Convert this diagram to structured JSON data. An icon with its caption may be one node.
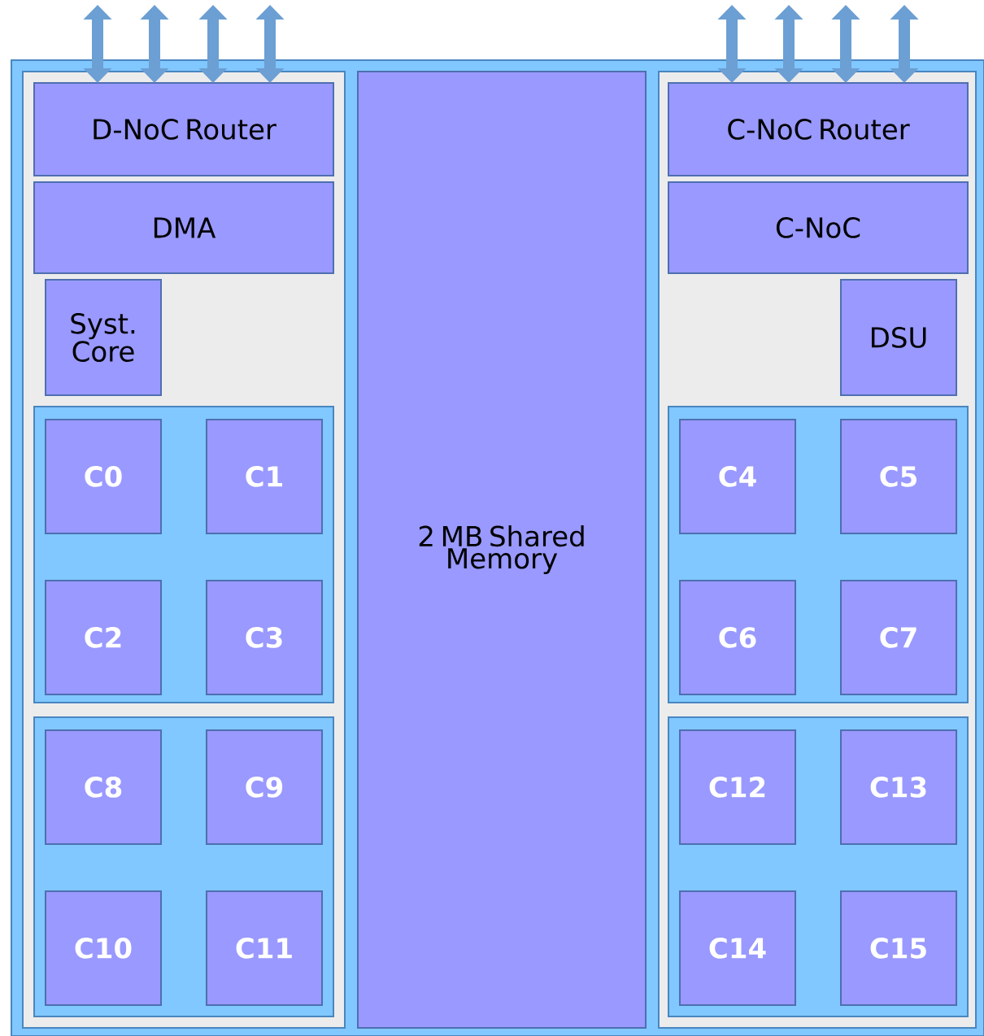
{
  "diagram": {
    "nodes": [
      {
        "text": [],
        "shape": "box"
      },
      {
        "text": [],
        "shape": "box",
        "in": 0
      },
      {
        "text": [
          "D-NoC Router"
        ],
        "in": 1
      },
      {
        "text": [
          "DMA"
        ],
        "in": 1
      },
      {
        "text": [
          "Syst. Core"
        ],
        "in": 1
      },
      {
        "text": [],
        "shape": "box",
        "in": 1
      },
      {
        "text": [
          "C0"
        ],
        "in": 5
      },
      {
        "text": [
          "C1"
        ],
        "in": 5
      },
      {
        "text": [
          "C2"
        ],
        "in": 5
      },
      {
        "text": [
          "C3"
        ],
        "in": 5
      },
      {
        "text": [],
        "shape": "box",
        "in": 1
      },
      {
        "text": [
          "C8"
        ],
        "in": 10
      },
      {
        "text": [
          "C9"
        ],
        "in": 10
      },
      {
        "text": [
          "C10"
        ],
        "in": 10
      },
      {
        "text": [
          "C11"
        ],
        "in": 10
      },
      {
        "text": [
          "2 MB Shared Memory"
        ],
        "in": 0
      },
      {
        "text": [],
        "shape": "box",
        "in": 0
      },
      {
        "text": [
          "C-NoC Router"
        ],
        "in": 16
      },
      {
        "text": [
          "C-NoC"
        ],
        "in": 16
      },
      {
        "text": [
          "DSU"
        ],
        "in": 16
      },
      {
        "text": [],
        "shape": "box",
        "in": 16
      },
      {
        "text": [
          "C4"
        ],
        "in": 20
      },
      {
        "text": [
          "C5"
        ],
        "in": 20
      },
      {
        "text": [
          "C6"
        ],
        "in": 20
      },
      {
        "text": [
          "C7"
        ],
        "in": 20
      },
      {
        "text": [],
        "shape": "box",
        "in": 16
      },
      {
        "text": [
          "C12"
        ],
        "in": 25
      },
      {
        "text": [
          "C13"
        ],
        "in": 25
      },
      {
        "text": [
          "C14"
        ],
        "in": 25
      },
      {
        "text": [
          "C15"
        ],
        "in": 25
      }
    ],
    "edges": [
      {
        "from": null,
        "to": 2,
        "arrow": "both"
      },
      {
        "from": null,
        "to": 2,
        "arrow": "both"
      },
      {
        "from": null,
        "to": 2,
        "arrow": "both"
      },
      {
        "from": null,
        "to": 2,
        "arrow": "both"
      },
      {
        "from": null,
        "to": 17,
        "arrow": "both"
      },
      {
        "from": null,
        "to": 17,
        "arrow": "both"
      },
      {
        "from": null,
        "to": 17,
        "arrow": "both"
      },
      {
        "from": null,
        "to": 17,
        "arrow": "both"
      }
    ]
  }
}
